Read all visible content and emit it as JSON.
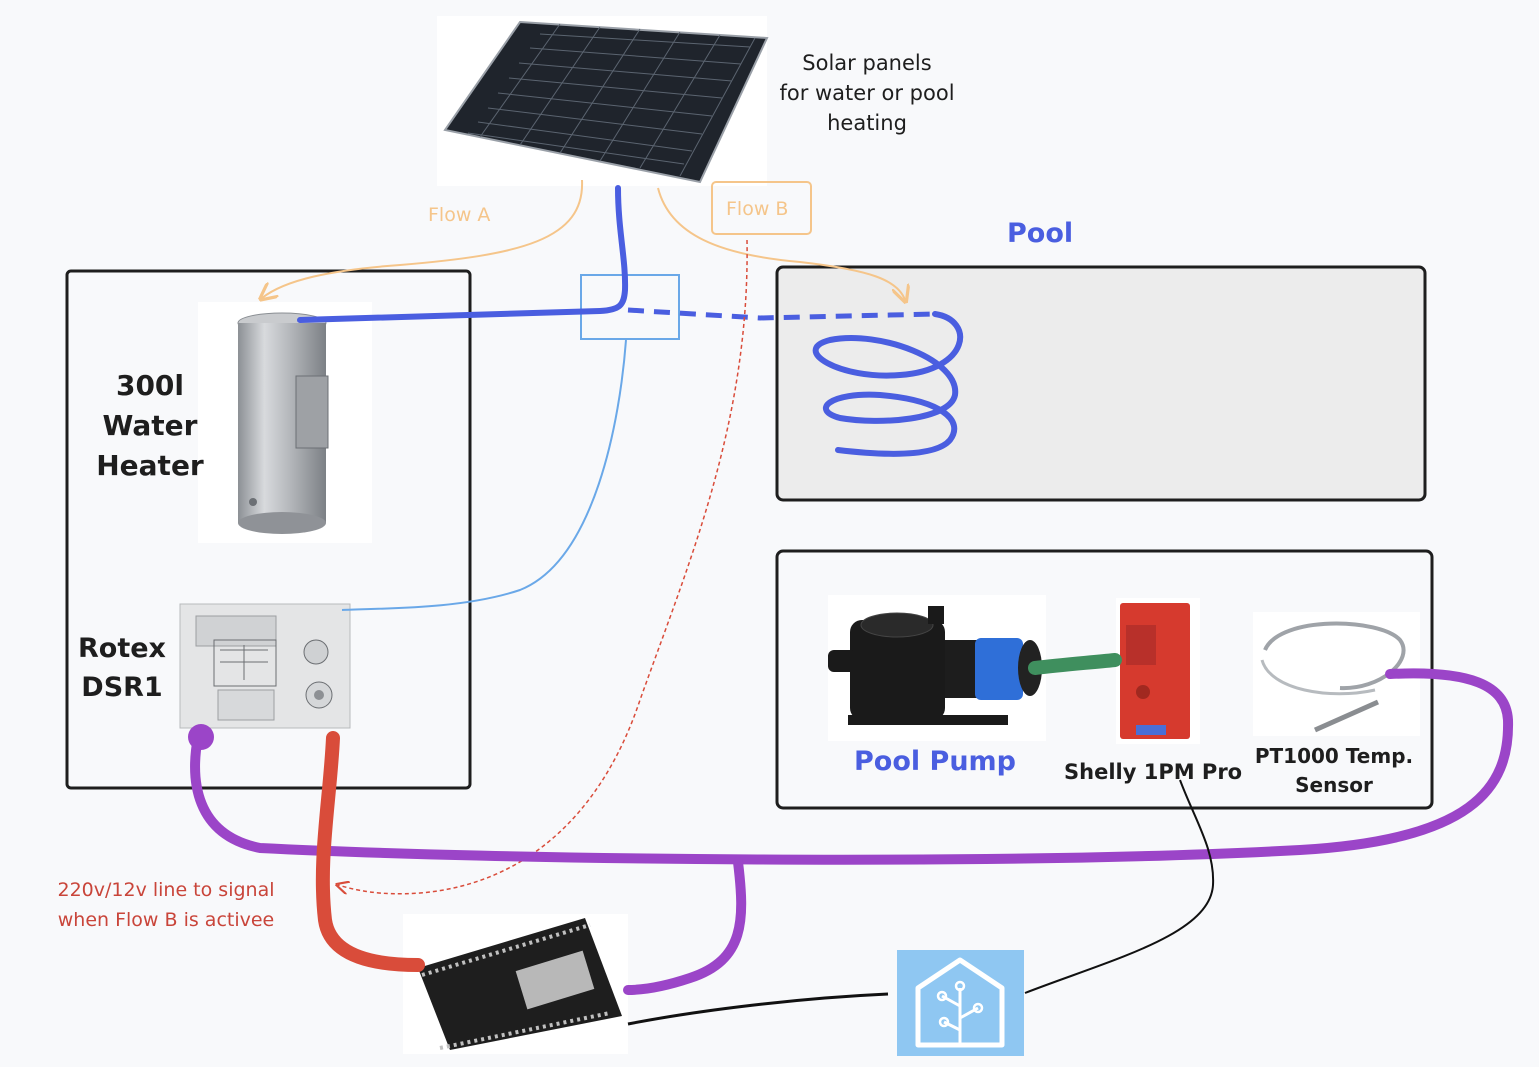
{
  "solar": {
    "caption_lines": [
      "Solar panels",
      "for water or pool",
      "heating"
    ]
  },
  "flows": {
    "a": "Flow A",
    "b": "Flow B"
  },
  "pool": {
    "title": "Pool"
  },
  "heater": {
    "title_lines": [
      "300l",
      "Water",
      "Heater"
    ]
  },
  "controller": {
    "title_lines": [
      "Rotex",
      "DSR1"
    ]
  },
  "equipment": {
    "pump": "Pool Pump",
    "shelly": "Shelly 1PM Pro",
    "sensor_lines": [
      "PT1000 Temp.",
      "Sensor"
    ]
  },
  "signal_note": {
    "lines": [
      "220v/12v line to signal",
      "when Flow B is activee"
    ]
  },
  "colors": {
    "pipe_blue": "#4a5ee0",
    "flow_orange": "#f5c58a",
    "purple_wire": "#9b45c8",
    "red_wire": "#d94c3a",
    "green_link": "#3f8f5e",
    "signal_text": "#c9453a",
    "pool_label": "#4a5ee0",
    "home_assistant": "#8fc7f2"
  },
  "icons": [
    "solar-panel-icon",
    "water-tank-icon",
    "controller-icon",
    "pump-icon",
    "relay-icon",
    "temperature-sensor-icon",
    "microcontroller-icon",
    "home-assistant-icon"
  ]
}
